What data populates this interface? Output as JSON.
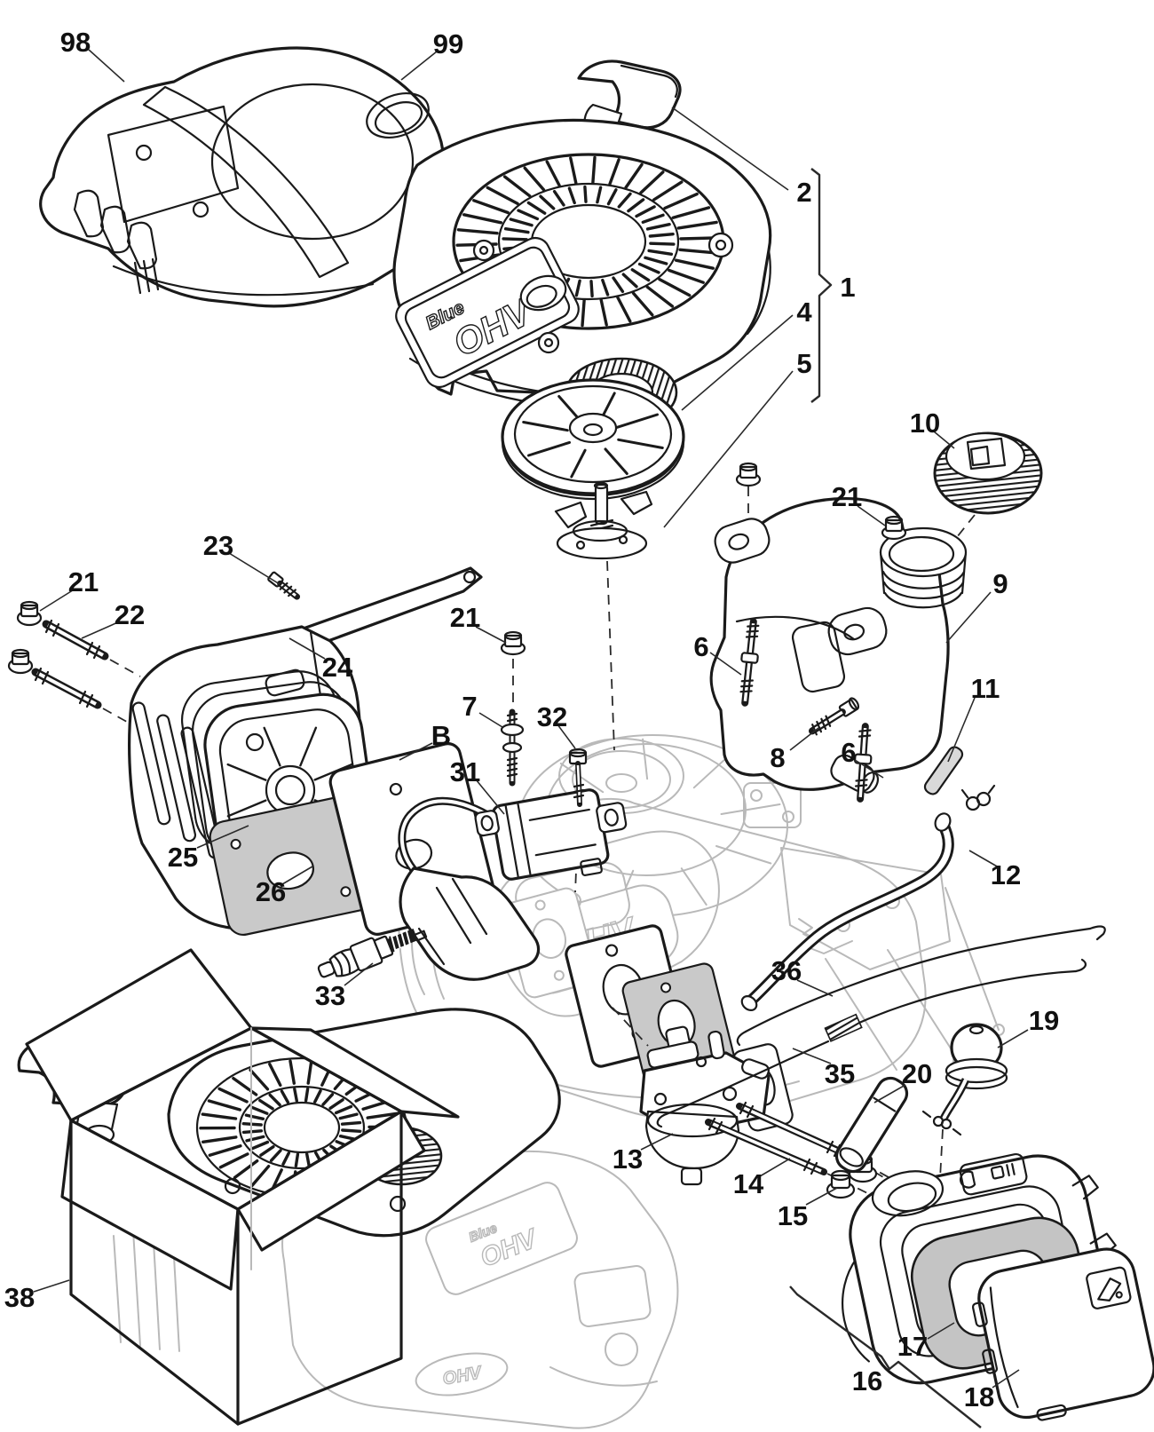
{
  "diagram": {
    "type": "exploded-parts-diagram",
    "background": "#ffffff",
    "line_color": "#1a1a1a",
    "ghost_color": "#b9b9b9",
    "gasket_gray": "#c9c9c9",
    "filter_gray": "#c4c4c4"
  },
  "branding": {
    "cover_plaque_line1": "Blue",
    "cover_plaque_line2": "OHV",
    "head_badge": "OHV",
    "box_plaque_line1": "Blue",
    "box_plaque_line2": "OHV",
    "box_head_badge": "OHV"
  },
  "callouts": {
    "c98": "98",
    "c99": "99",
    "c2": "2",
    "c1": "1",
    "c4": "4",
    "c5": "5",
    "c10": "10",
    "c21_tank": "21",
    "c9": "9",
    "c6_left": "6",
    "c23": "23",
    "c21_muffler": "21",
    "c22": "22",
    "c24": "24",
    "c21_coil": "21",
    "c7": "7",
    "c32": "32",
    "cB": "B",
    "c31": "31",
    "c8": "8",
    "c6_right": "6",
    "c11": "11",
    "c12": "12",
    "c25": "25",
    "c26": "26",
    "c33": "33",
    "c36": "36",
    "c35": "35",
    "c20": "20",
    "c19": "19",
    "c13": "13",
    "c14": "14",
    "c15": "15",
    "c16": "16",
    "c17": "17",
    "c18": "18",
    "c38": "38"
  }
}
